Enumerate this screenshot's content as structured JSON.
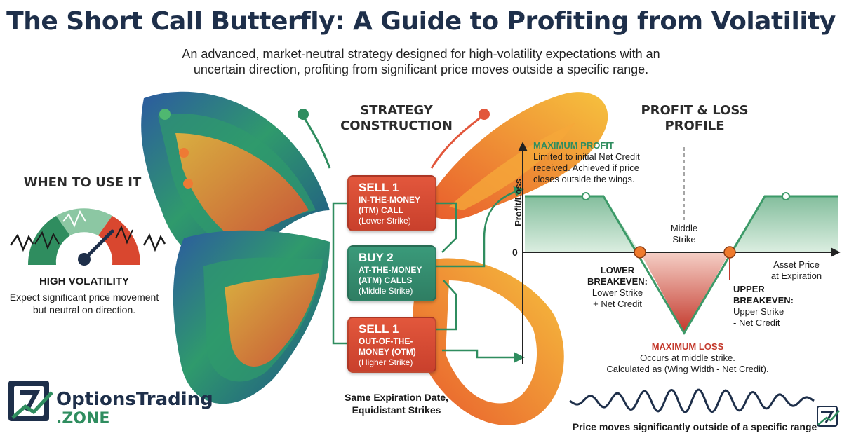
{
  "title": "The Short Call Butterfly: A Guide to Profiting from Volatility",
  "subtitle": [
    "An advanced, market-neutral strategy designed for high-volatility expectations with an",
    "uncertain direction, profiting from significant price moves outside a specific range."
  ],
  "left_panel": {
    "heading": "WHEN TO USE IT",
    "gauge_label": "HIGH VOLATILITY",
    "description": [
      "Expect significant price movement",
      "but neutral on direction."
    ]
  },
  "construction": {
    "heading": [
      "STRATEGY",
      "CONSTRUCTION"
    ],
    "legs": [
      {
        "action": "SELL 1",
        "lines": [
          "IN-THE-MONEY",
          "(ITM) CALL"
        ],
        "strike": "(Lower Strike)"
      },
      {
        "action": "BUY 2",
        "lines": [
          "AT-THE-MONEY",
          "(ATM) CALLS"
        ],
        "strike": "(Middle Strike)"
      },
      {
        "action": "SELL 1",
        "lines": [
          "OUT-OF-THE-",
          "MONEY (OTM)"
        ],
        "strike": "(Higher Strike)"
      }
    ],
    "footnote": [
      "Same Expiration Date,",
      "Equidistant Strikes"
    ]
  },
  "pnl": {
    "heading": [
      "PROFIT & LOSS",
      "PROFILE"
    ],
    "y_axis_label": "Profit/Loss",
    "zero_label": "0",
    "x_axis_label": [
      "Asset Price",
      "at Expiration"
    ],
    "middle_strike_label": [
      "Middle",
      "Strike"
    ],
    "max_profit": {
      "heading": "MAXIMUM PROFIT",
      "lines": [
        "Limited to initial Net Credit",
        "received. Achieved if price",
        "closes outside the wings."
      ]
    },
    "lower_breakeven": {
      "heading": [
        "LOWER",
        "BREAKEVEN:"
      ],
      "lines": [
        "Lower Strike",
        "+ Net Credit"
      ]
    },
    "upper_breakeven": {
      "heading": [
        "UPPER",
        "BREAKEVEN:"
      ],
      "lines": [
        "Upper Strike",
        "- Net Credit"
      ]
    },
    "max_loss": {
      "heading": "MAXIMUM LOSS",
      "lines": [
        "Occurs at middle strike.",
        "Calculated as (Wing Width - Net Credit)."
      ]
    },
    "wave_caption": "Price moves significantly outside of a specific range"
  },
  "logo": {
    "line1": "OptionsTrading",
    "line2": ".ZONE"
  },
  "colors": {
    "navy": "#1e2f4a",
    "green": "#2f8d5f",
    "red": "#c3382b",
    "orange": "#ec7a2a"
  }
}
